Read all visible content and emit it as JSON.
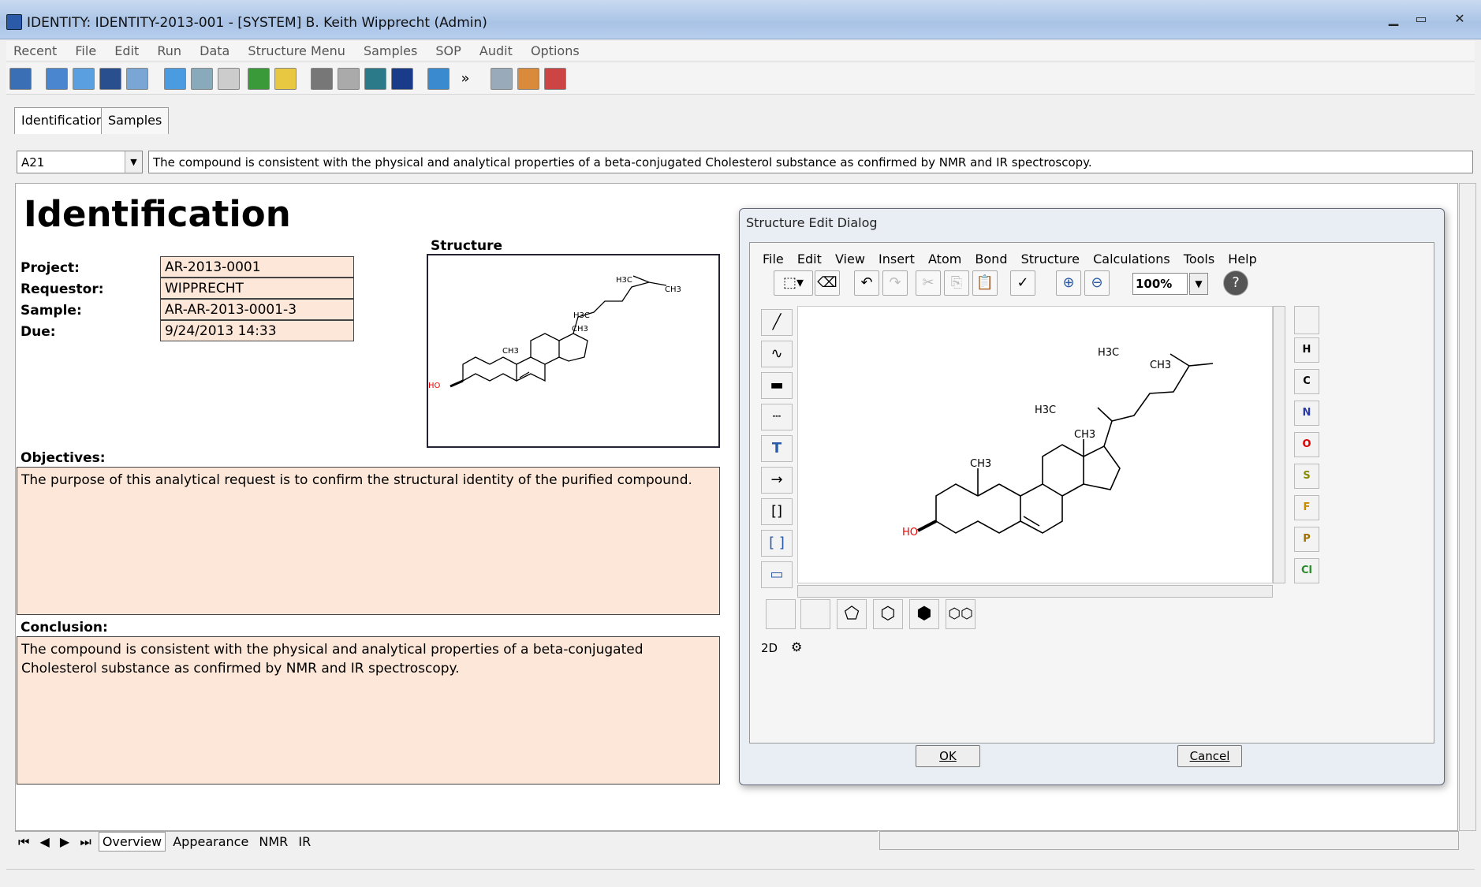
{
  "window": {
    "title": "IDENTITY: IDENTITY-2013-001 - [SYSTEM] B. Keith Wipprecht (Admin)"
  },
  "menu": [
    "Recent",
    "File",
    "Edit",
    "Run",
    "Data",
    "Structure Menu",
    "Samples",
    "SOP",
    "Audit",
    "Options"
  ],
  "tabs": [
    "Identification",
    "Samples"
  ],
  "top_combo": "A21",
  "top_text": "The compound is consistent with the physical and analytical properties of a beta-conjugated Cholesterol substance as confirmed by NMR and IR spectroscopy.",
  "doc": {
    "heading": "Identification",
    "fields": [
      {
        "label": "Project:",
        "value": "AR-2013-0001"
      },
      {
        "label": "Requestor:",
        "value": "WIPPRECHT"
      },
      {
        "label": "Sample:",
        "value": "AR-AR-2013-0001-3"
      },
      {
        "label": "Due:",
        "value": "9/24/2013 14:33"
      }
    ],
    "structure_label": "Structure",
    "objectives_label": "Objectives:",
    "objectives": "The purpose of this analytical request is to confirm the structural identity of the purified compound.",
    "conclusion_label": "Conclusion:",
    "conclusion": "The compound is consistent with the physical and analytical properties of a beta-conjugated Cholesterol substance as confirmed by NMR and IR spectroscopy."
  },
  "sheet_tabs": [
    "Overview",
    "Appearance",
    "NMR",
    "IR"
  ],
  "dialog": {
    "title": "Structure Edit Dialog",
    "menu": [
      "File",
      "Edit",
      "View",
      "Insert",
      "Atom",
      "Bond",
      "Structure",
      "Calculations",
      "Tools",
      "Help"
    ],
    "zoom": "100%",
    "atoms": [
      "H",
      "C",
      "N",
      "O",
      "S",
      "F",
      "P",
      "Cl"
    ],
    "mode": "2D",
    "ok": "OK",
    "cancel": "Cancel"
  }
}
